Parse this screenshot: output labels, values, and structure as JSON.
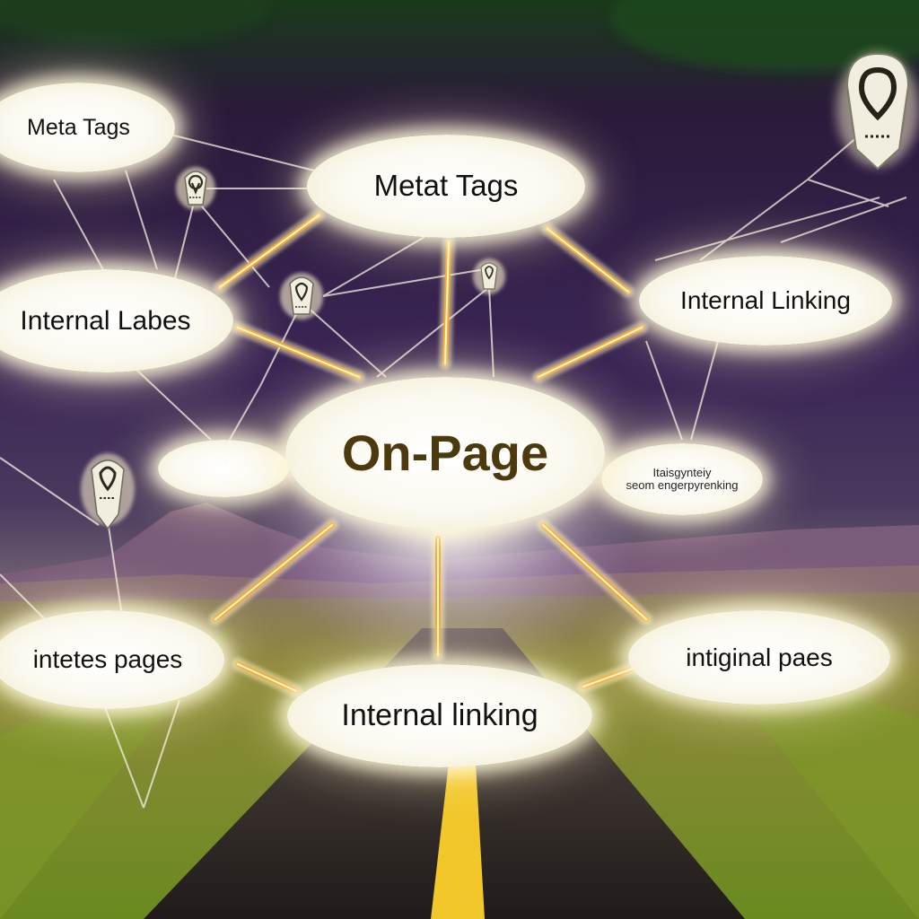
{
  "diagram": {
    "center": {
      "label": "On-Page"
    },
    "nodes": {
      "meta_left": "Meta Tags",
      "meta_top": "Metat Tags",
      "internal_labes": "Internal Labes",
      "internal_linking_right": "Internal Linking",
      "small_left": "",
      "small_right_line1": "Itaisgynteiy",
      "small_right_line2": "seom engerpyrenking",
      "intetes_pages": "intetes pages",
      "intiginal_pages": "intiginal paes",
      "internal_linking_bottom": "Internal linking"
    },
    "icons": [
      "map-pin-icon",
      "map-pin-icon",
      "map-pin-icon",
      "map-pin-icon",
      "map-pin-icon"
    ],
    "colors": {
      "sky_top": "#2a1745",
      "sky_mid": "#3b2656",
      "horizon": "#6a5a6a",
      "hill": "#7a5a7a",
      "grass": "#8a9a2e",
      "road": "#2b2622",
      "road_line": "#f2c72a",
      "connector_glow": "#f6b640",
      "center_text": "#4c3a0e"
    }
  }
}
